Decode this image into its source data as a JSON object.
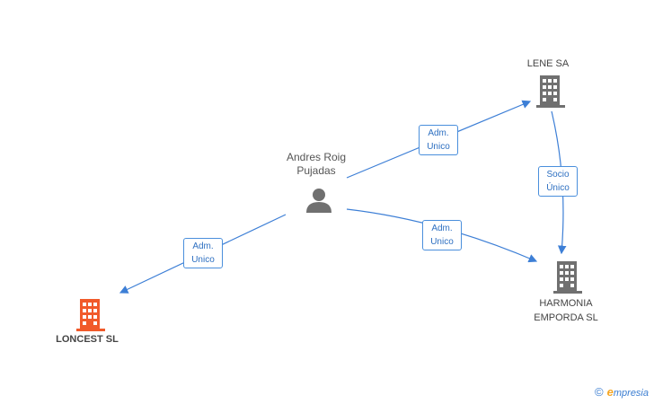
{
  "nodes": {
    "person": {
      "line1": "Andres Roig",
      "line2": "Pujadas"
    },
    "lene": {
      "label": "LENE SA"
    },
    "harmonia": {
      "line1": "HARMONIA",
      "line2": "EMPORDA SL"
    },
    "loncest": {
      "label": "LONCEST SL"
    }
  },
  "edges": {
    "person_lene": {
      "line1": "Adm.",
      "line2": "Unico"
    },
    "person_harmonia": {
      "line1": "Adm.",
      "line2": "Unico"
    },
    "person_loncest": {
      "line1": "Adm.",
      "line2": "Unico"
    },
    "lene_harmonia": {
      "line1": "Socio",
      "line2": "Único"
    }
  },
  "footer": {
    "copyright": "©",
    "brand_e": "e",
    "brand_rest": "mpresia"
  },
  "colors": {
    "edge": "#3d7fd6",
    "building": "#707070",
    "highlight_building": "#f15a2a",
    "person": "#707070"
  }
}
